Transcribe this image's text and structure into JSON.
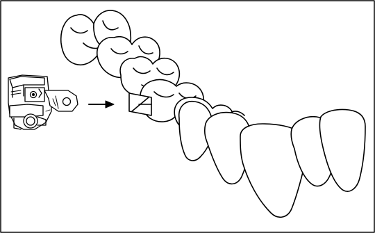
{
  "figure": {
    "parts": [
      {
        "id": "orthodontic-bracket",
        "icon": "bracket-icon"
      },
      {
        "id": "placement-arrow",
        "icon": "arrow-right-icon"
      },
      {
        "id": "bonding-site-marker",
        "icon": "rectangle-marker-icon"
      },
      {
        "id": "dental-arch",
        "icon": "teeth-icon"
      }
    ],
    "colors": {
      "stroke": "#000000",
      "background": "#ffffff"
    }
  }
}
